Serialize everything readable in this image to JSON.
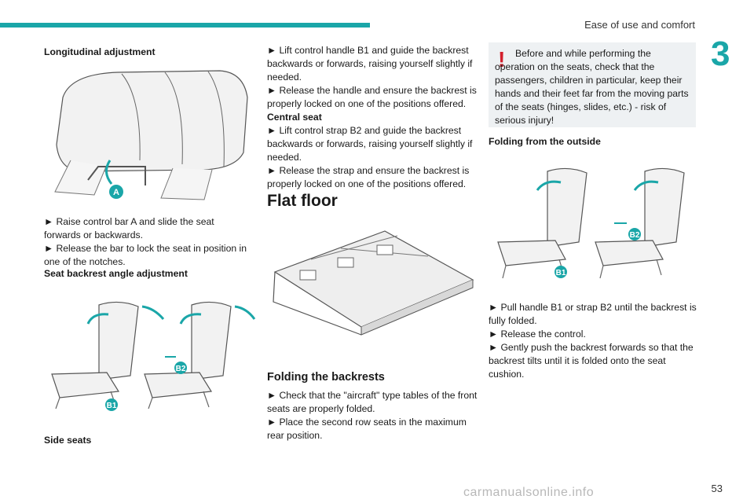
{
  "header": {
    "section_title": "Ease of use and comfort",
    "chapter_number": "3"
  },
  "col1": {
    "heading_longitudinal": "Longitudinal adjustment",
    "label_a": "A",
    "p1": "► Raise control bar A and slide the seat forwards or backwards.",
    "p2": "► Release the bar to lock the seat in position in one of the notches.",
    "heading_backrest": "Seat backrest angle adjustment",
    "label_b1": "B1",
    "label_b2": "B2",
    "side_seats": "Side seats"
  },
  "col2": {
    "p1": "► Lift control handle B1 and guide the backrest backwards or forwards, raising yourself slightly if needed.",
    "p2": "► Release the handle and ensure the backrest is properly locked on one of the positions offered.",
    "central_seat": "Central seat",
    "p3": "► Lift control strap B2 and guide the backrest backwards or forwards, raising yourself slightly if needed.",
    "p4": "► Release the strap and ensure the backrest is properly locked on one of the positions offered.",
    "flat_floor": "Flat floor",
    "folding_backrests": "Folding the backrests",
    "p5": "► Check that the \"aircraft\" type tables of the front seats are properly folded.",
    "p6": "► Place the second row seats in the maximum rear position."
  },
  "col3": {
    "warning_mark": "!",
    "warning": "Before and while performing the operation on the seats, check that the passengers, children in particular, keep their hands and their feet far from the moving parts of the seats (hinges, slides, etc.) - risk of serious injury!",
    "folding_outside": "Folding from the outside",
    "label_b1": "B1",
    "label_b2": "B2",
    "p1": "► Pull handle B1 or strap B2 until the backrest is fully folded.",
    "p2": "► Release the control.",
    "p3": "► Gently push the backrest forwards so that the backrest tilts until it is folded onto the seat cushion."
  },
  "footer": {
    "page_number": "53",
    "watermark": "carmanualsonline.info"
  },
  "colors": {
    "accent": "#1aa6a8",
    "warning": "#d31f2c",
    "box": "#eef1f3"
  }
}
